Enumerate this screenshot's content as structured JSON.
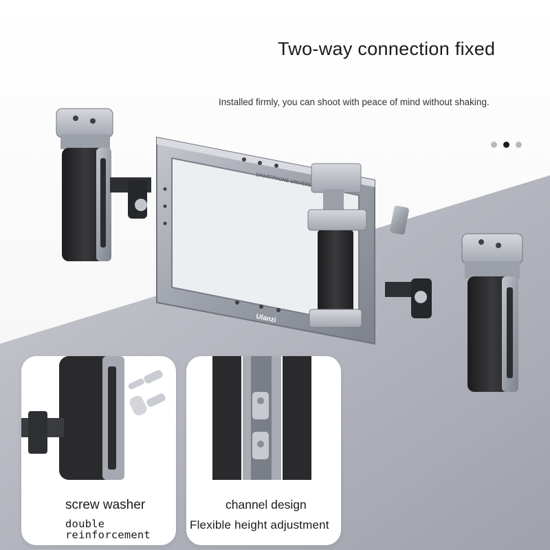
{
  "header": {
    "title": "Two-way connection fixed",
    "subtitle": "Installed firmly, you can shoot with peace of mind without shaking."
  },
  "carousel": {
    "dot_count": 3,
    "active_index": 1
  },
  "product": {
    "frame_engraving": "SMARTPHONE UNIVERSAL RIG",
    "brand": "Ulanzi"
  },
  "cards": [
    {
      "title": "screw washer",
      "subtitle_line1": "double",
      "subtitle_line2": "reinforcement"
    },
    {
      "title": "channel design",
      "subtitle": "Flexible height adjustment"
    }
  ],
  "colors": {
    "background_grey": "#a9abb5",
    "frame_metal": "#9ea2aa",
    "grip_rubber": "#2a2a2c",
    "text": "#1a1a1a"
  }
}
